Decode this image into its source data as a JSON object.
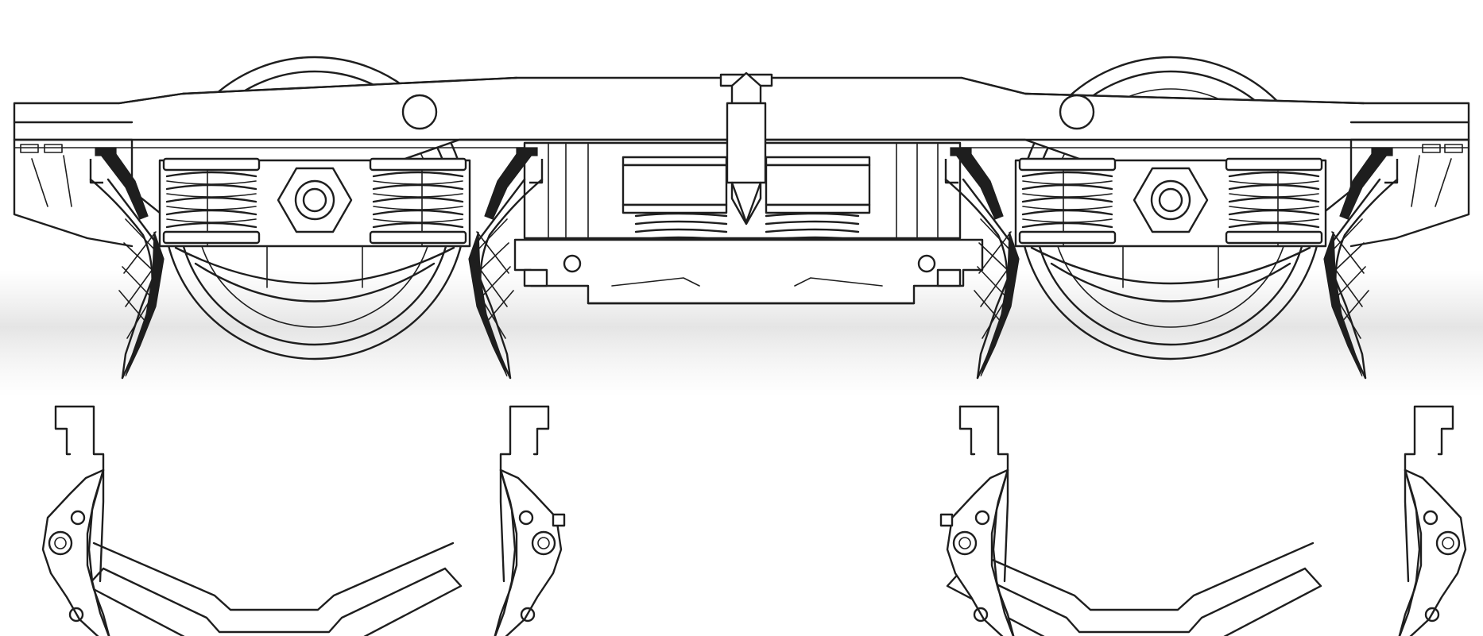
{
  "diagram": {
    "kind": "line-drawing",
    "subject": "bogie-side-elevation-with-exploded-brake-shoe-assemblies",
    "line_color": "#1e1e1e",
    "background_color": "#ffffff",
    "components": {
      "wheelsets": 2,
      "axlebox_spring_pairs": 2,
      "springs_per_axlebox": 2,
      "bolster_spring_stacks": 2,
      "brake_hangers_per_wheel": 2,
      "brake_beams_exploded": 2
    },
    "text_labels": []
  }
}
